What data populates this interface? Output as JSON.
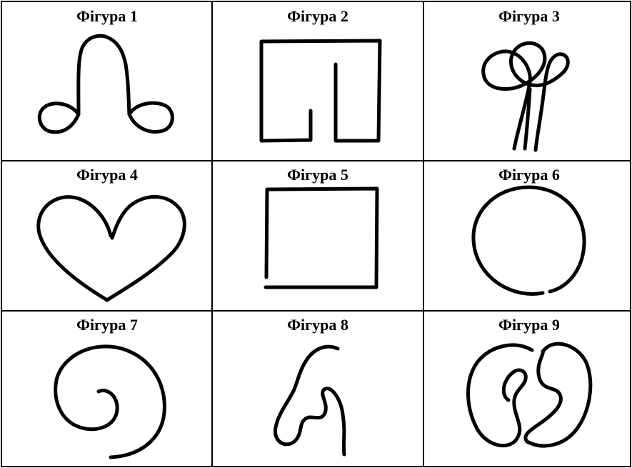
{
  "figures": [
    {
      "label": "Фігура 1",
      "shape": "bell-with-curls-icon"
    },
    {
      "label": "Фігура 2",
      "shape": "square-meander-icon"
    },
    {
      "label": "Фігура 3",
      "shape": "loops-on-stems-icon"
    },
    {
      "label": "Фігура 4",
      "shape": "heart-icon"
    },
    {
      "label": "Фігура 5",
      "shape": "square-icon"
    },
    {
      "label": "Фігура 6",
      "shape": "circle-icon"
    },
    {
      "label": "Фігура 7",
      "shape": "spiral-icon"
    },
    {
      "label": "Фігура 8",
      "shape": "hook-squiggle-icon"
    },
    {
      "label": "Фігура 9",
      "shape": "interlocked-curves-icon"
    }
  ]
}
